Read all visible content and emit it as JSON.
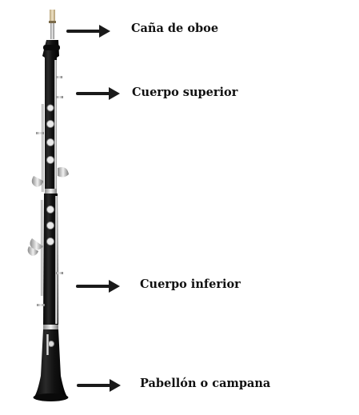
{
  "diagram": {
    "labels": {
      "reed": "Caña de oboe",
      "upper_joint": "Cuerpo superior",
      "lower_joint": "Cuerpo inferior",
      "bell": "Pabellón o campana"
    },
    "colors": {
      "body": "#141414",
      "keys": "#c9c9c9",
      "reed": "#d9c7a0",
      "arrow": "#1a1a1a",
      "text": "#111111"
    }
  }
}
